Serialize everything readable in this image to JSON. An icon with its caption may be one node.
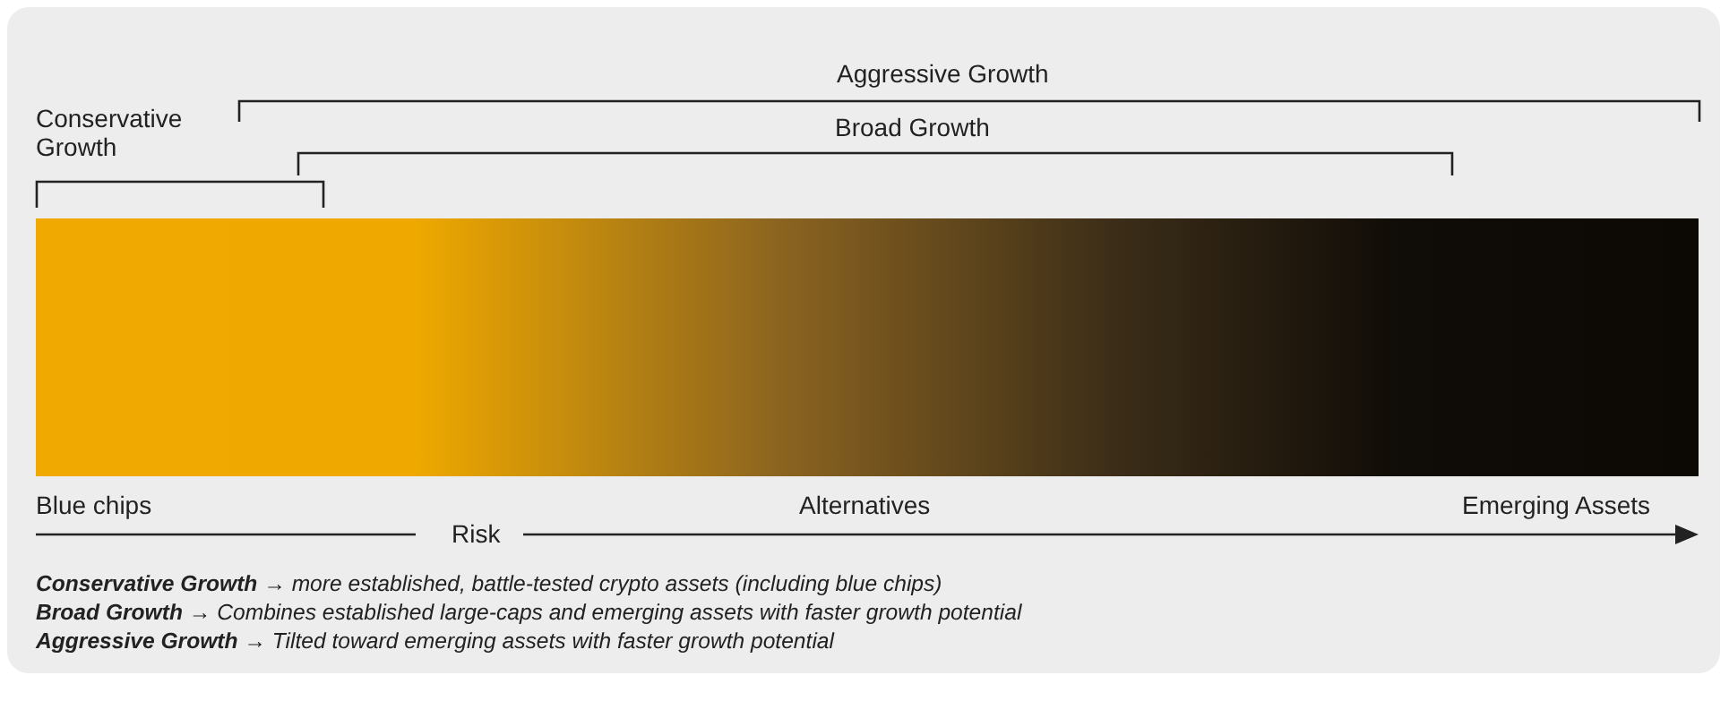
{
  "diagram": {
    "labels": [
      "Aggressive Growth",
      "Conservative Growth",
      "Broad Growth",
      "Blue chips",
      "Alternatives",
      "Emerging Assets",
      "Risk",
      "**Conservative Growth** → more established, battle-tested crypto assets (including blue chips)",
      "**Broad Growth** → Combines established large-caps and emerging assets with faster growth potential",
      "**Aggressive Growth** → Tilted toward emerging assets with faster growth potential"
    ]
  }
}
